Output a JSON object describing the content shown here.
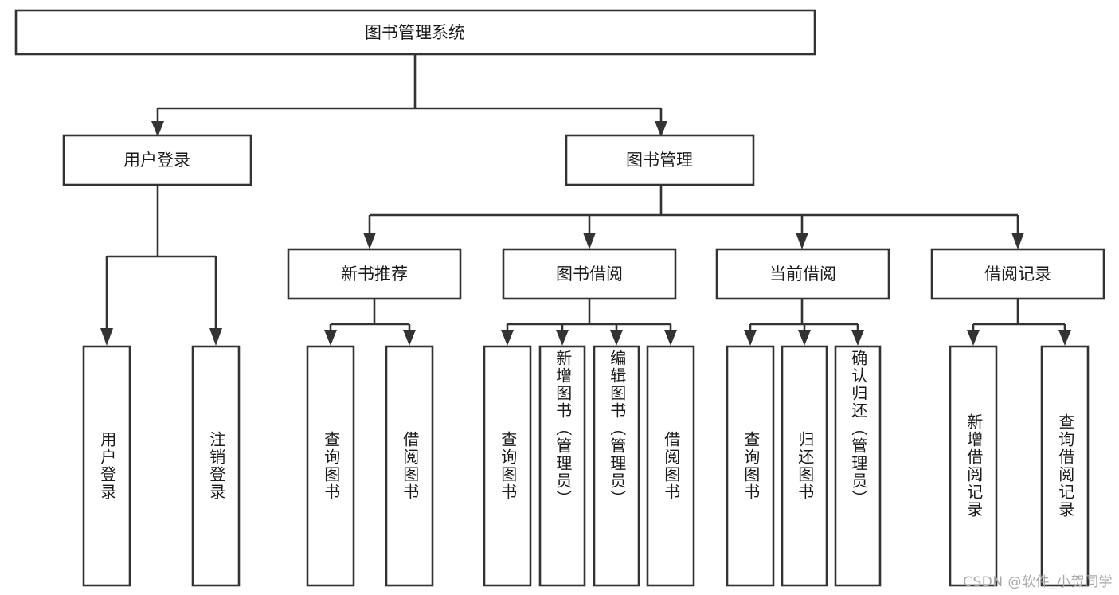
{
  "diagram": {
    "type": "tree-hierarchy-chart",
    "title": "图书管理系统",
    "orientation": "top-down",
    "colors": {
      "box_stroke": "#333333",
      "box_fill": "#ffffff",
      "connector": "#333333",
      "text": "#1a1a1a",
      "background": "#ffffff",
      "watermark": "#a8a8a8"
    },
    "root": {
      "label": "图书管理系统"
    },
    "level1": [
      {
        "label": "用户登录"
      },
      {
        "label": "图书管理"
      }
    ],
    "level2": [
      {
        "label": "新书推荐"
      },
      {
        "label": "图书借阅"
      },
      {
        "label": "当前借阅"
      },
      {
        "label": "借阅记录"
      }
    ],
    "leaves": {
      "user_login": [
        {
          "label": "用户登录"
        },
        {
          "label": "注销登录"
        }
      ],
      "new_book_recommend": [
        {
          "label": "查询图书"
        },
        {
          "label": "借阅图书"
        }
      ],
      "book_borrow": [
        {
          "label": "查询图书"
        },
        {
          "label": "新增图书（管理员）"
        },
        {
          "label": "编辑图书（管理员）"
        },
        {
          "label": "借阅图书"
        }
      ],
      "current_borrow": [
        {
          "label": "查询图书"
        },
        {
          "label": "归还图书"
        },
        {
          "label": "确认归还（管理员）"
        }
      ],
      "borrow_record": [
        {
          "label": "新增借阅记录"
        },
        {
          "label": "查询借阅记录"
        }
      ]
    },
    "watermark": "CSDN @软件_小贺同学"
  }
}
